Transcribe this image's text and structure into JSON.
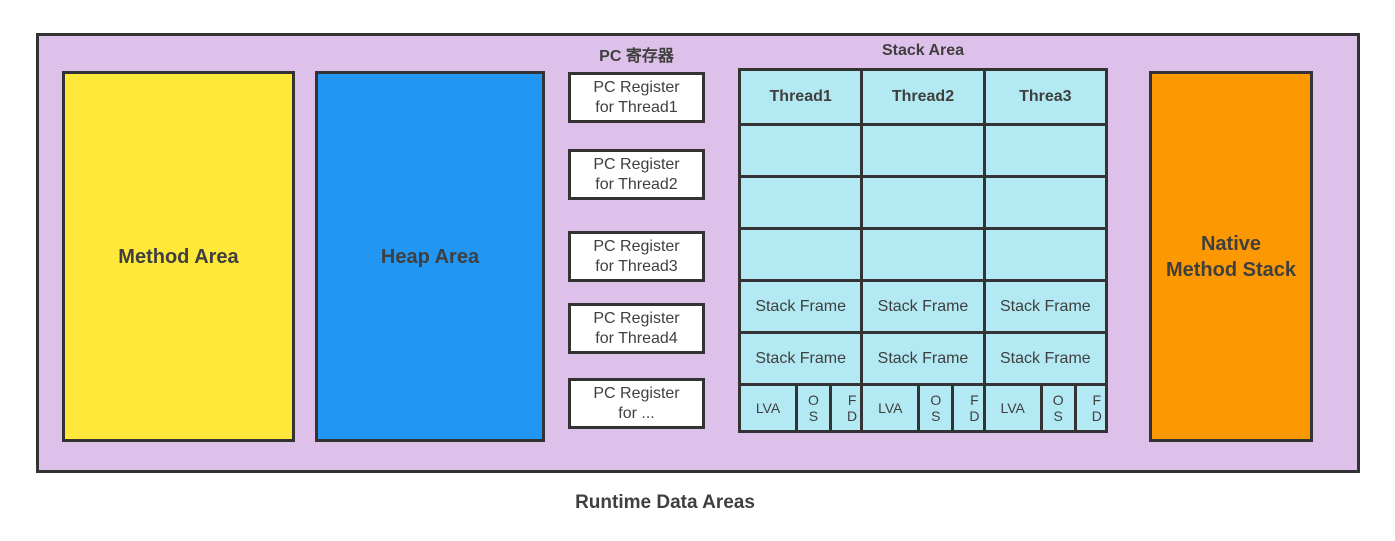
{
  "colors": {
    "container_bg": "#DEC1EA",
    "border": "#333333",
    "method_area_bg": "#FFE839",
    "heap_area_bg": "#2296F3",
    "native_stack_bg": "#FB9802",
    "stack_cell_bg": "#B2E9F2",
    "pc_box_bg": "#FFFFFF",
    "text": "#3F3F3F"
  },
  "caption": "Runtime Data Areas",
  "method_area": {
    "label": "Method Area"
  },
  "heap_area": {
    "label": "Heap Area"
  },
  "native_method_stack": {
    "line1": "Native",
    "line2": "Method Stack"
  },
  "pc_registers": {
    "title": "PC 寄存器",
    "boxes": [
      {
        "line1": "PC Register",
        "line2": "for Thread1"
      },
      {
        "line1": "PC Register",
        "line2": "for Thread2"
      },
      {
        "line1": "PC Register",
        "line2": "for Thread3"
      },
      {
        "line1": "PC Register",
        "line2": "for Thread4"
      },
      {
        "line1": "PC Register",
        "line2": "for ..."
      }
    ]
  },
  "stack_area": {
    "title": "Stack Area",
    "threads": [
      {
        "name": "Thread1"
      },
      {
        "name": "Thread2"
      },
      {
        "name": "Threa3"
      }
    ],
    "empty_rows_per_thread": 3,
    "stack_frame_label": "Stack Frame",
    "bottom_cells": {
      "lva": "LVA",
      "os": {
        "line1": "O",
        "line2": "S"
      },
      "fd": {
        "line1": "F",
        "line2": "D"
      }
    }
  }
}
